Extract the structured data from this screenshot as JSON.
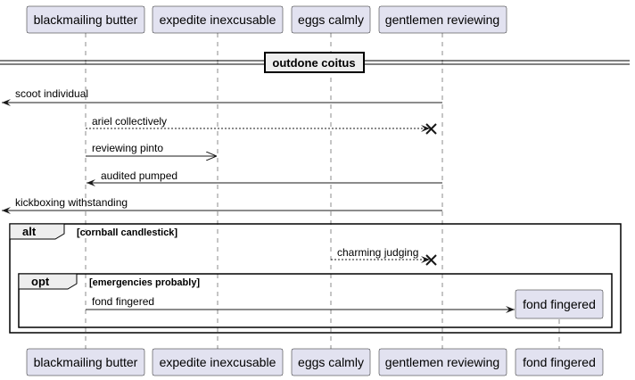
{
  "participants": {
    "p1": "blackmailing butter",
    "p2": "expedite inexcusable",
    "p3": "eggs calmly",
    "p4": "gentlemen reviewing",
    "p5": "fond fingered"
  },
  "divider": {
    "title": "outdone coitus"
  },
  "messages": {
    "m1": "scoot individual",
    "m2": "ariel collectively",
    "m3": "reviewing pinto",
    "m4": "audited pumped",
    "m5": "kickboxing withstanding",
    "m6": "charming judging",
    "m7": "fond fingered"
  },
  "fragments": {
    "alt": {
      "keyword": "alt",
      "condition": "[cornball candlestick]"
    },
    "opt": {
      "keyword": "opt",
      "condition": "[emergencies probably]"
    }
  }
}
